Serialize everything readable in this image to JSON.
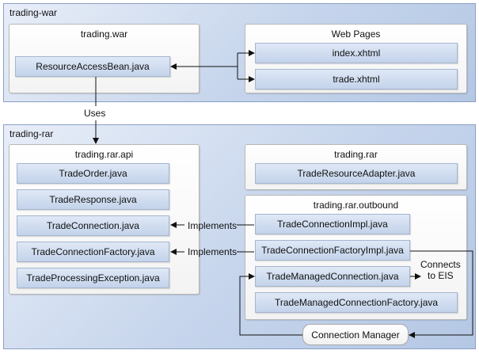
{
  "trading_war": {
    "label": "trading-war",
    "war_panel": {
      "title": "trading.war",
      "bean": "ResourceAccessBean.java"
    },
    "web_pages": {
      "title": "Web Pages",
      "index": "index.xhtml",
      "trade": "trade.xhtml"
    }
  },
  "uses_label": "Uses",
  "trading_rar": {
    "label": "trading-rar",
    "api": {
      "title": "trading.rar.api",
      "files": [
        "TradeOrder.java",
        "TradeResponse.java",
        "TradeConnection.java",
        "TradeConnectionFactory.java",
        "TradeProcessingException.java"
      ]
    },
    "rar": {
      "title": "trading.rar",
      "adapter": "TradeResourceAdapter.java"
    },
    "outbound": {
      "title": "trading.rar.outbound",
      "files": [
        "TradeConnectionImpl.java",
        "TradeConnectionFactoryImpl.java",
        "TradeManagedConnection.java",
        "TradeManagedConnectionFactory.java"
      ]
    },
    "implements_1": "Implements",
    "implements_2": "Implements",
    "connects_line1": "Connects",
    "connects_line2": "to EIS",
    "connection_manager": "Connection Manager"
  }
}
